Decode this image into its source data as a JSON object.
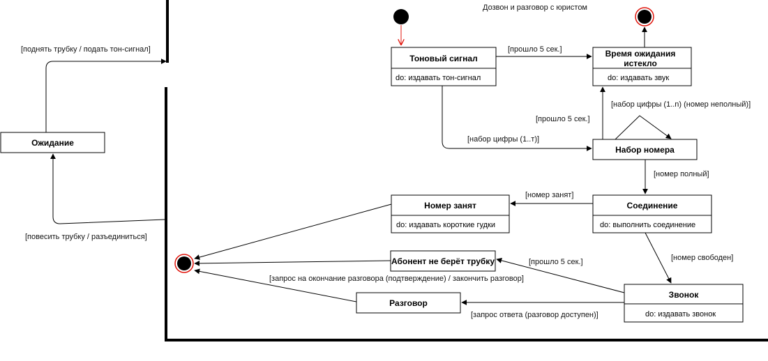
{
  "diagram": {
    "title": "Дозвон и разговор с юристом",
    "states": {
      "idle": {
        "title": "Ожидание"
      },
      "dial_tone": {
        "title": "Тоновый сигнал",
        "activity": "do: издавать тон-сигнал"
      },
      "timeout": {
        "title_line1": "Время ожидания",
        "title_line2": "истекло",
        "activity": "do: издавать звук"
      },
      "dialing": {
        "title": "Набор номера"
      },
      "connecting": {
        "title": "Соединение",
        "activity": "do: выполнить соединение"
      },
      "busy": {
        "title": "Номер занят",
        "activity": "do: издавать короткие гудки"
      },
      "no_answer": {
        "title": "Абонент не берёт трубку"
      },
      "ringing": {
        "title": "Звонок",
        "activity": "do: издавать звонок"
      },
      "talking": {
        "title": "Разговор"
      }
    },
    "transitions": {
      "lift": "[поднять трубку / подать тон-сигнал]",
      "hangup": "[повесить трубку / разъединиться]",
      "dt_timeout": "[прошло 5 сек.]",
      "dt_digit": "[набор цифры (1..т)]",
      "dial_timeout": "[прошло 5 сек.]",
      "dial_self": "[набор цифры (1..n) (номер неполный)]",
      "dial_full": "[номер полный]",
      "conn_busy": "[номер занят]",
      "conn_free": "[номер свободен]",
      "ring_timeout": "[прошло 5 сек.]",
      "ring_answer": "[запрос ответа (разговор доступен)]",
      "talk_end": "[запрос на окончание разговора (подтверждение) / закончить разговор]"
    },
    "colors": {
      "line": "#000000",
      "marker_outline": "#e0150c",
      "initial_arrow": "#e0150c"
    }
  }
}
